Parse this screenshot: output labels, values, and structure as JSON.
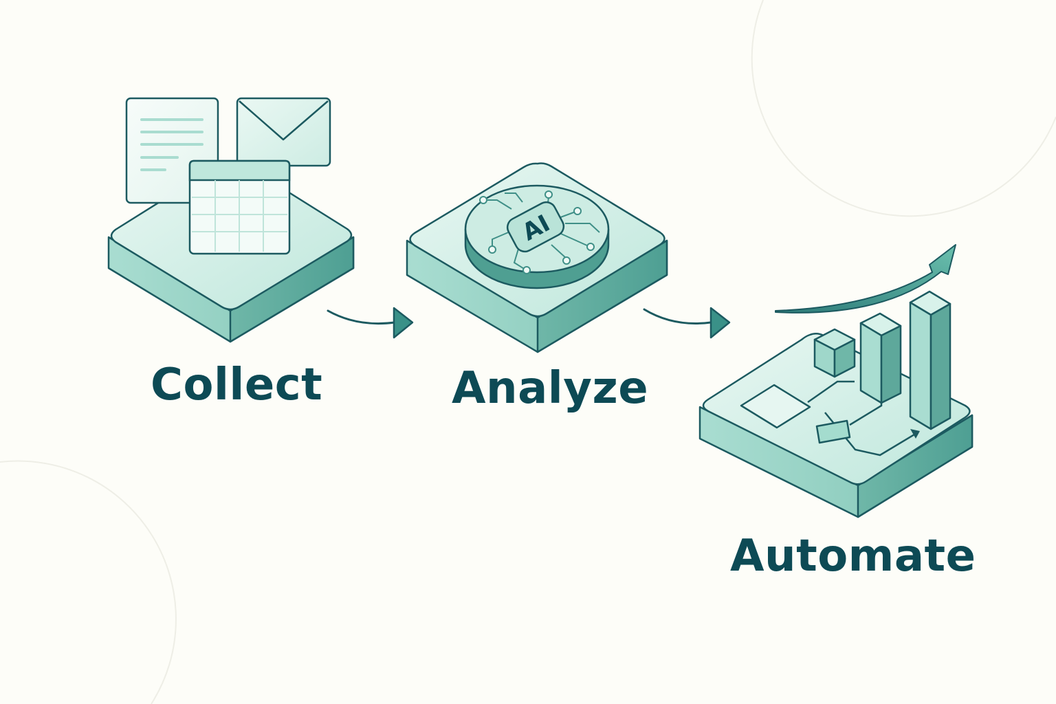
{
  "diagram": {
    "steps": [
      {
        "id": "collect",
        "label": "Collect",
        "icon": "data-collection-icon"
      },
      {
        "id": "analyze",
        "label": "Analyze",
        "icon": "ai-chip-icon"
      },
      {
        "id": "automate",
        "label": "Automate",
        "icon": "workflow-growth-icon"
      }
    ],
    "chip_text": "AI",
    "colors": {
      "background": "#fdfdf8",
      "text": "#0d4a55",
      "outline": "#1c5a60",
      "platform_top": "#d9f1ea",
      "platform_side": "#8fcfc0",
      "accent": "#5fb3a5",
      "light_line": "#a9dcd0"
    }
  }
}
